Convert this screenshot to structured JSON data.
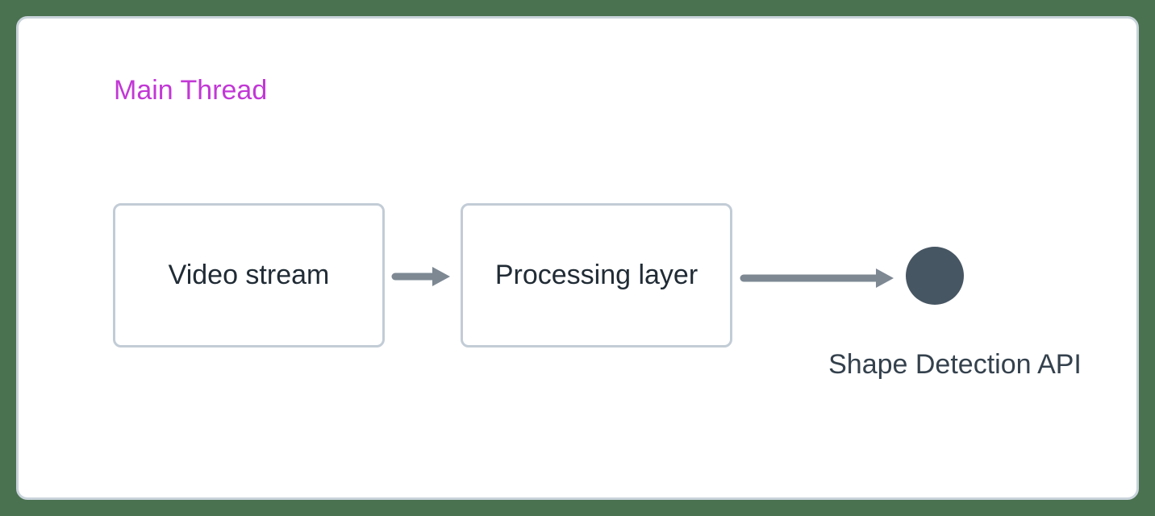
{
  "colors": {
    "background": "#4a7150",
    "card_background": "#ffffff",
    "card_border": "#c9d3db",
    "node_border": "#c2ccd6",
    "node_text": "#202b35",
    "thread_label": "#c238d6",
    "arrow": "#7d8893",
    "circle_fill": "#475663",
    "api_label": "#34414d"
  },
  "diagram": {
    "thread_label": "Main Thread",
    "nodes": [
      {
        "label": "Video stream"
      },
      {
        "label": "Processing layer"
      }
    ],
    "api": {
      "label": "Shape Detection API"
    }
  }
}
